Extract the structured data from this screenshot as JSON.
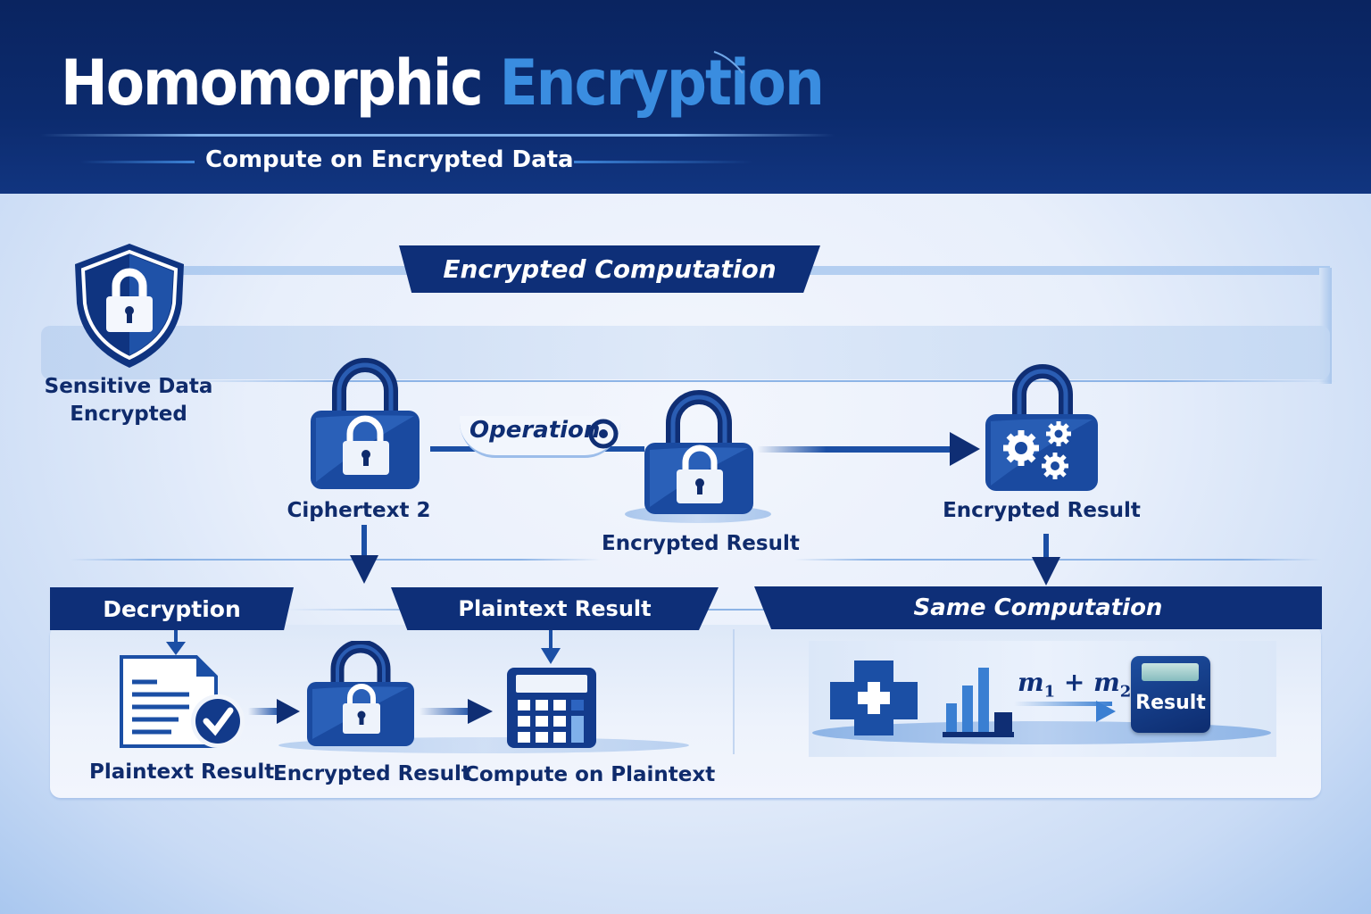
{
  "header": {
    "title_part1": "Homomorphic",
    "title_part2": "Encryption",
    "subtitle": "Compute on Encrypted Data"
  },
  "colors": {
    "header_bg": "#0c2b6e",
    "accent_blue": "#3a8de0",
    "banner_navy": "#0e2f78",
    "label_navy": "#0f2b6c",
    "background_light": "#eef3fc"
  },
  "sensitive": {
    "icon": "shield-lock-icon",
    "label_line1": "Sensitive Data",
    "label_line2": "Encrypted"
  },
  "top_section": {
    "banner": "Encrypted Computation",
    "nodes": [
      {
        "icon": "padlock-icon",
        "label": "Ciphertext 2"
      },
      {
        "icon": "padlock-icon",
        "label": "Encrypted Result"
      },
      {
        "icon": "padlock-gears-icon",
        "label": "Encrypted Result"
      }
    ],
    "operation_label": "Operation",
    "operation_icon": "target-icon"
  },
  "bottom_section": {
    "decryption_banner": "Decryption",
    "plaintext_banner": "Plaintext Result",
    "same_banner": "Same Computation",
    "items": [
      {
        "icon": "document-check-icon",
        "label": "Plaintext Result"
      },
      {
        "icon": "padlock-icon",
        "label": "Encrypted Result"
      },
      {
        "icon": "calculator-icon",
        "label": "Compute on Plaintext"
      }
    ],
    "same_computation": {
      "icons": [
        "medical-cross-icon",
        "bar-chart-icon"
      ],
      "formula_m": "m",
      "formula_sub1": "1",
      "formula_plus": " + ",
      "formula_sub2": "2",
      "result_label": "Result"
    }
  }
}
